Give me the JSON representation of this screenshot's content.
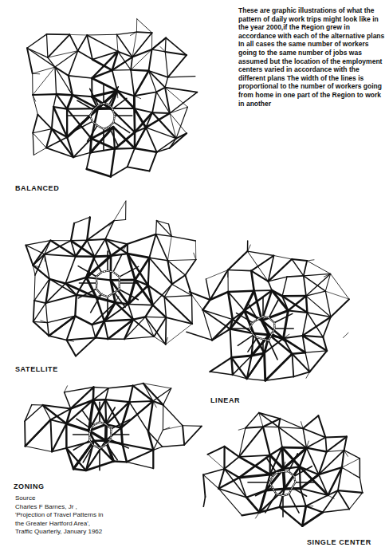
{
  "diagram": {
    "labels": [
      "These are graphic illustrations of what the pattern of daily work trips might look like in the year 2000,if the Region grew in accordance with each of the alternative plans In all cases the same number of workers going to the same number of jobs was assumed but the location of the employment centers varied in accordance with the different plans The width of the lines is proportional to the number of workers going from home in one part of the Region to work in another",
      "BALANCED",
      "SATELLITE",
      "LINEAR",
      "ZONING",
      "Source",
      "Charles F Barnes, Jr ,",
      "'Projection of Travel Patterns in",
      "the Greater Hartford Area',",
      "Traffic Quarterly, January 1962",
      "SINGLE CENTER"
    ]
  }
}
